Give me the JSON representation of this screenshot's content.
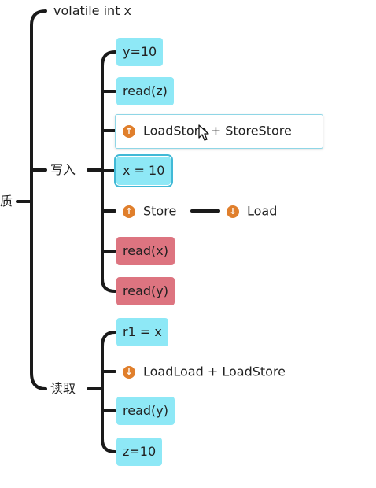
{
  "root": {
    "label": "质"
  },
  "top_node": {
    "label": "volatile int x"
  },
  "write_branch": {
    "label": "写入",
    "children": {
      "y10": "y=10",
      "readz": "read(z)",
      "loadstore_storestore": "LoadStore + StoreStore",
      "x10": "x = 10",
      "store": "Store",
      "load": "Load",
      "readx": "read(x)",
      "ready": "read(y)"
    }
  },
  "read_branch": {
    "label": "读取",
    "children": {
      "r1x": "r1 = x",
      "loadload_loadstore": "LoadLoad + LoadStore",
      "ready": "read(y)",
      "z10": "z=10"
    }
  },
  "icons": {
    "barrier_up": "up-arrow-warning-icon",
    "barrier_down": "down-arrow-warning-icon"
  },
  "colors": {
    "node_cyan": "#8ee8f6",
    "node_pink": "#dd7480",
    "barrier_icon": "#e07f2c",
    "line": "#1f1f1f"
  }
}
